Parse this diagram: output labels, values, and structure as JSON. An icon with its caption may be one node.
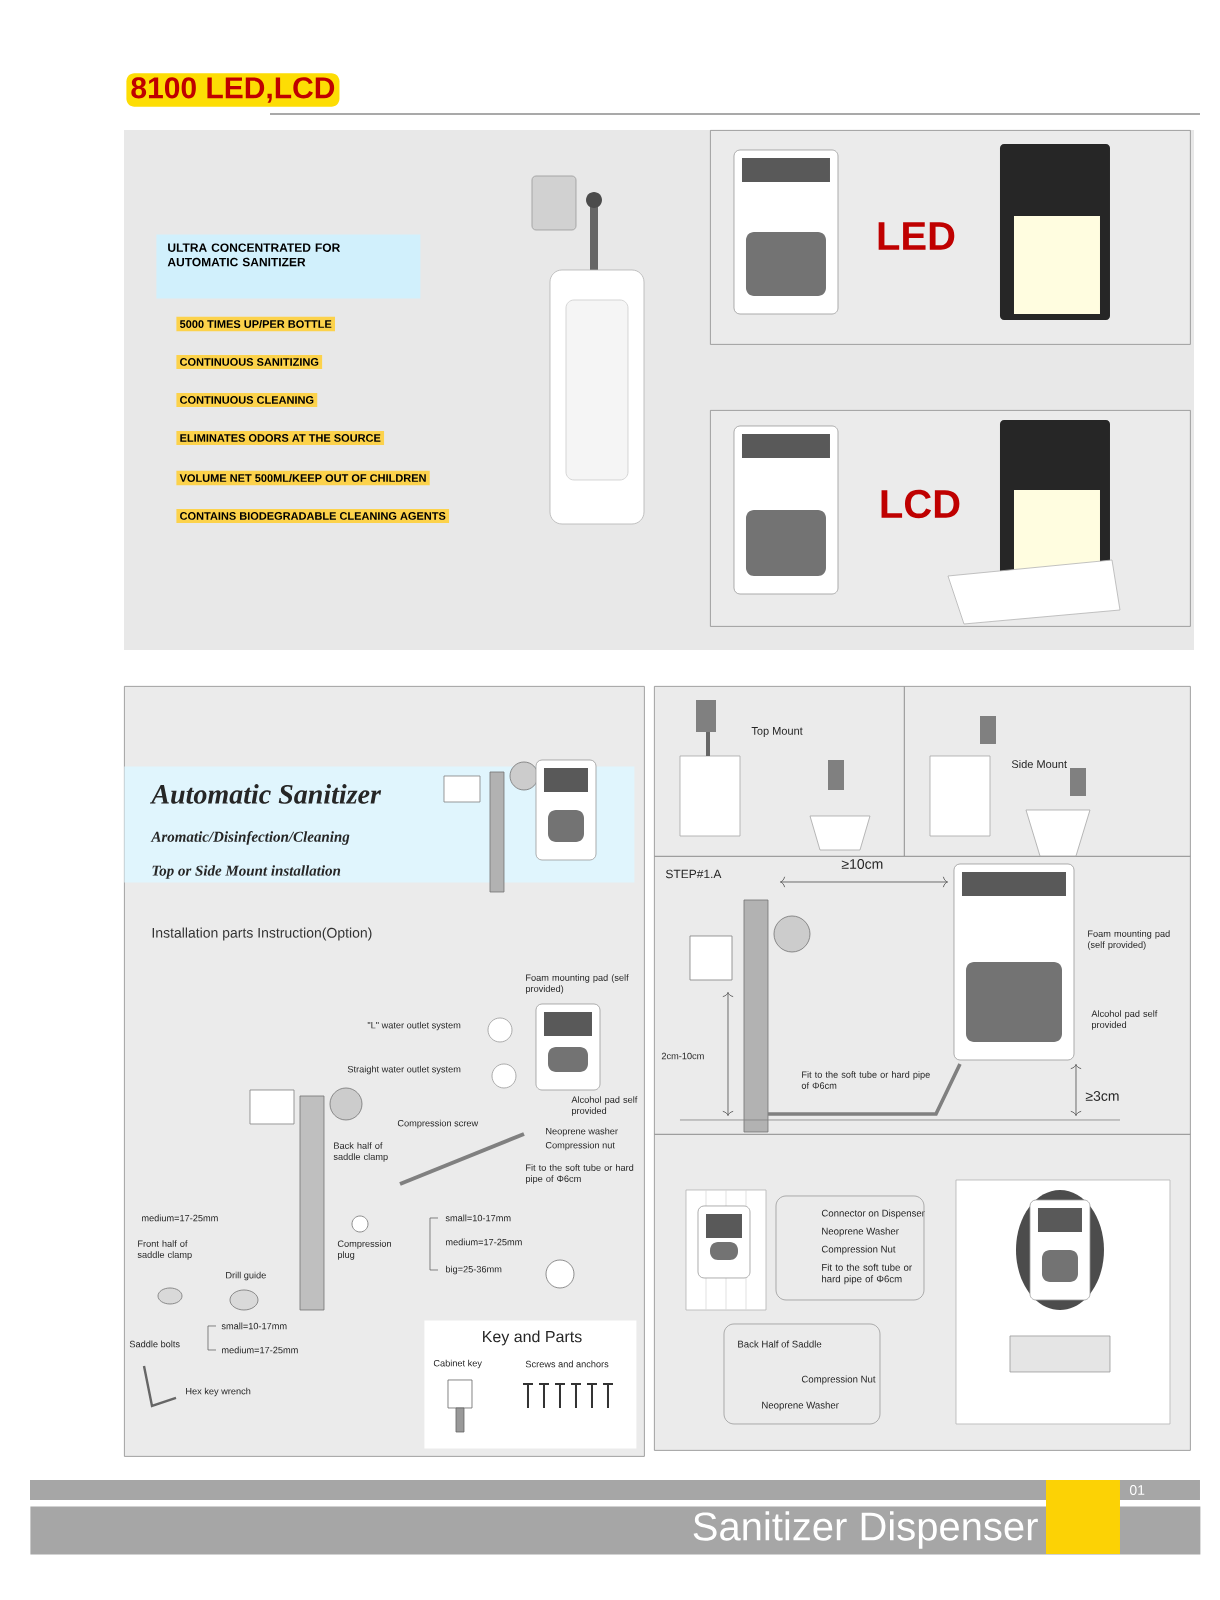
{
  "diagram": {
    "title": "8100 LED,LCD",
    "nodes": [
      {
        "text": [
          "ULTRA CONCENTRATED FOR AUTOMATIC SANITIZER"
        ]
      },
      {
        "text": [
          "5000 TIMES UP/PER BOTTLE"
        ]
      },
      {
        "text": [
          "CONTINUOUS SANITIZING"
        ]
      },
      {
        "text": [
          "CONTINUOUS CLEANING"
        ]
      },
      {
        "text": [
          "ELIMINATES ODORS AT THE SOURCE"
        ]
      },
      {
        "text": [
          "VOLUME NET 500ML/KEEP OUT OF CHILDREN"
        ]
      },
      {
        "text": [
          "CONTAINS BIODEGRADABLE CLEANING AGENTS"
        ]
      },
      {
        "text": [
          "LED"
        ]
      },
      {
        "text": [
          "LCD"
        ]
      },
      {
        "text": [
          "Installation parts Instruction(Option)"
        ]
      },
      {
        "text": [
          "Automatic Sanitizer",
          "Aromatic/Disinfection/Cleaning",
          "Top or Side Mount installation"
        ],
        "in": 9
      },
      {
        "text": [
          "Key and Parts"
        ],
        "in": 9
      },
      {
        "text": [
          "Top Mount"
        ]
      },
      {
        "text": [
          "Side Mount"
        ]
      },
      {
        "text": [
          "STEP#1.A"
        ]
      },
      {
        "text": [
          "Connector on Dispenser",
          "Neoprene Washer",
          "Compression Nut",
          "Fit to the soft tube or hard pipe of Φ6cm",
          "Back Half of Saddle",
          "Compression Nut",
          "Neoprene Washer"
        ]
      },
      {
        "text": [
          "Sanitizer Dispenser"
        ]
      }
    ],
    "labels": [
      "\"L\" water outlet system",
      "Foam mounting pad (self provided)",
      "Straight water outlet system",
      "Alcohol pad self provided",
      "Compression screw",
      "Neoprene washer",
      "Compression nut",
      "Back half of saddle clamp",
      "Fit to the soft tube or hard pipe of Φ6cm",
      "medium=17-25mm",
      "small=10-17mm",
      "Front half of saddle clamp",
      "Drill guide",
      "Compression plug",
      "medium=17-25mm",
      "big=25-36mm",
      "small=10-17mm",
      "Saddle bolts",
      "medium=17-25mm",
      "Hex key wrench",
      "Cabinet key",
      "Screws and anchors",
      "≥10cm",
      "Foam mounting pad (self provided)",
      "Alcohol pad self provided",
      "2cm-10cm",
      "Fit to the soft tube or hard pipe of Φ6cm",
      "≥3cm",
      "01"
    ]
  }
}
